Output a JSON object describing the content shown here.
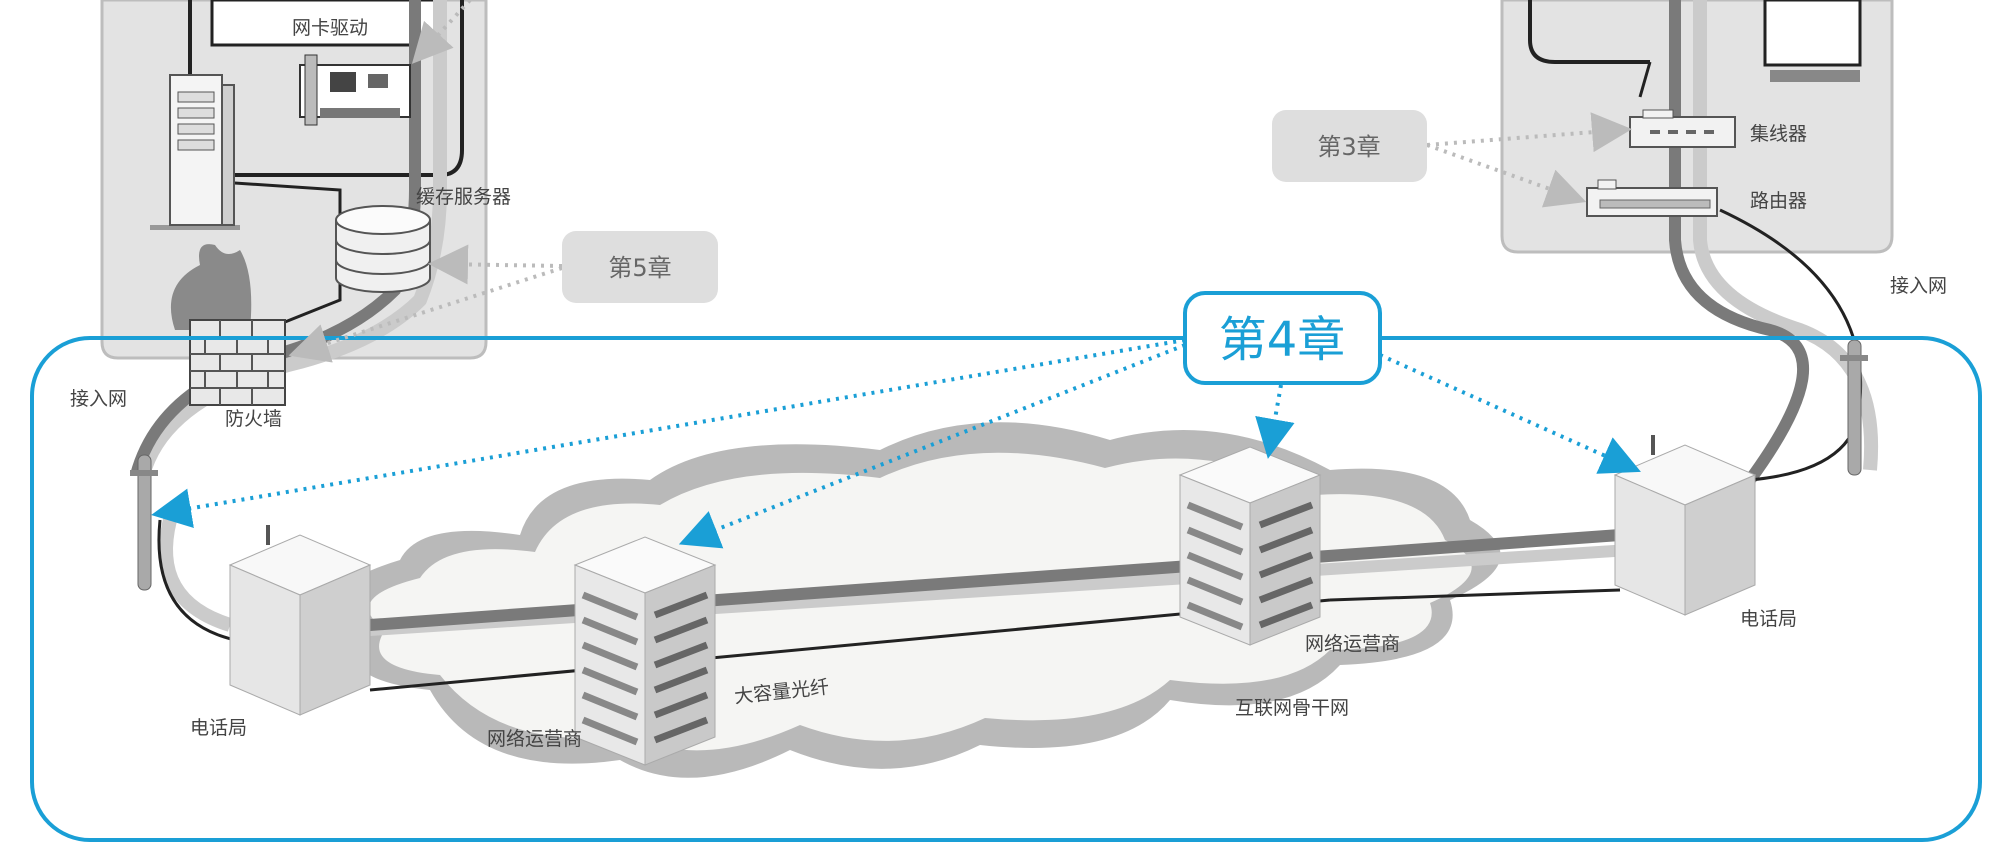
{
  "colors": {
    "accent": "#1a9fd6",
    "panel": "#e3e3e3",
    "cable_dark": "#7a7a7a",
    "cable_light": "#cbcbcb",
    "cloud": "#b9b9b9"
  },
  "labels": {
    "nic_driver": "网卡驱动",
    "cache_server": "缓存服务器",
    "firewall": "防火墙",
    "access_net_left": "接入网",
    "access_net_right": "接入网",
    "hub": "集线器",
    "router": "路由器",
    "phone_office_left": "电话局",
    "phone_office_right": "电话局",
    "isp_left": "网络运营商",
    "isp_right": "网络运营商",
    "fiber": "大容量光纤",
    "backbone": "互联网骨干网"
  },
  "chapters": {
    "ch3": "第3章",
    "ch4": "第4章",
    "ch5": "第5章"
  },
  "icons": [
    "server-tower-icon",
    "network-card-icon",
    "database-icon",
    "firewall-icon",
    "hub-icon",
    "router-icon",
    "monitor-icon",
    "utility-pole-icon",
    "building-icon",
    "cloud-icon"
  ]
}
